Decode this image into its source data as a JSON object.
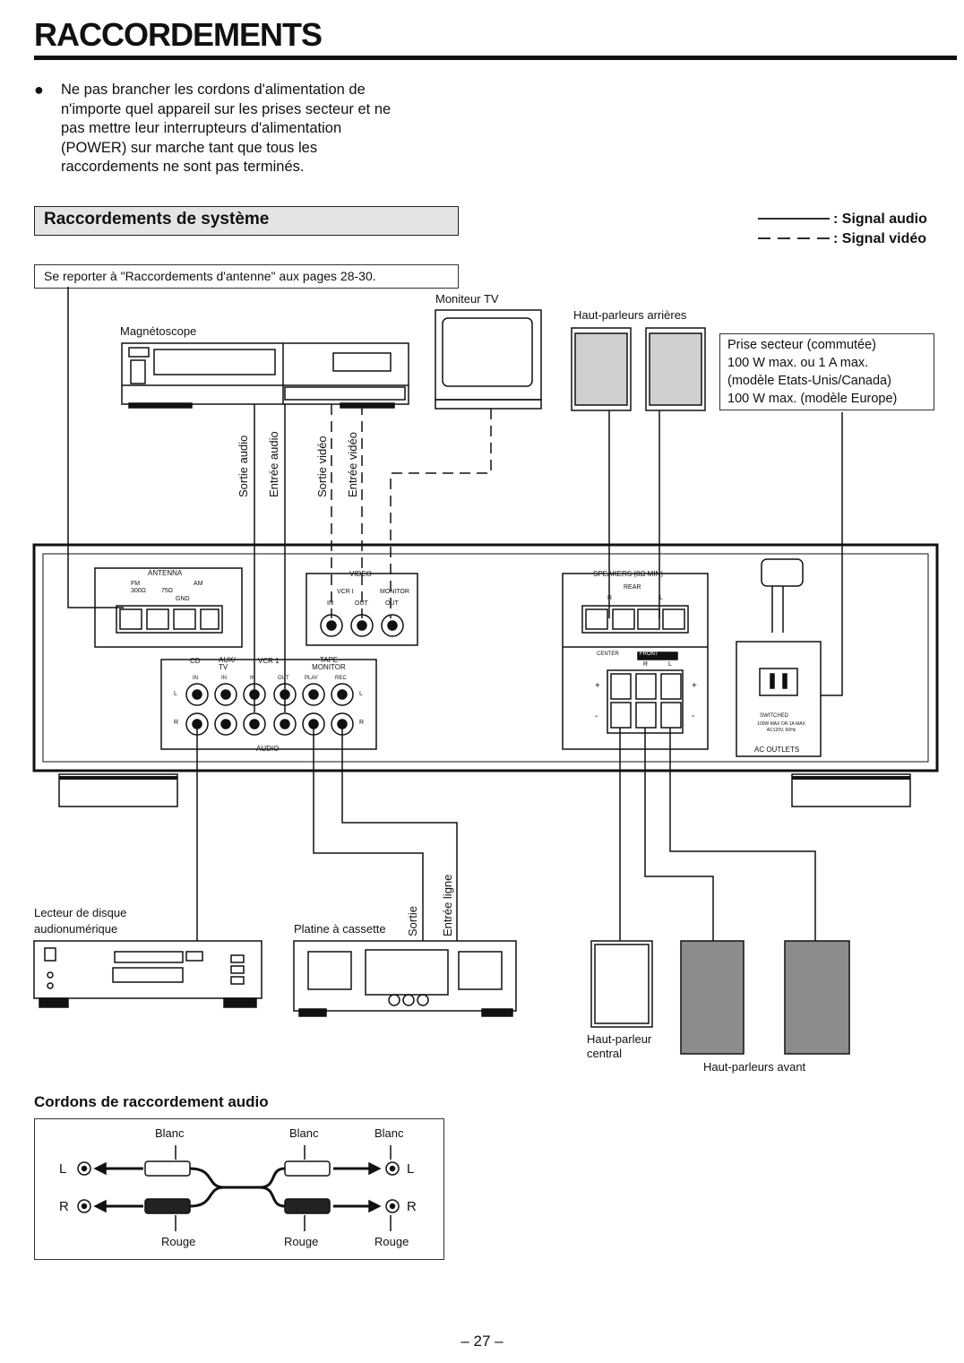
{
  "page": {
    "title": "RACCORDEMENTS",
    "intro_lines": [
      "Ne pas brancher les cordons d'alimentation de",
      "n'importe quel appareil sur les prises secteur et ne",
      "pas mettre leur interrupteurs d'alimentation",
      "(POWER) sur marche tant que tous les",
      "raccordements ne sont pas terminés."
    ],
    "section_title": "Raccordements de système",
    "legend": {
      "audio": ": Signal audio",
      "video": ": Signal vidéo"
    },
    "antenna_ref": "Se reporter à \"Raccordements d'antenne\" aux pages 28-30.",
    "page_number": "– 27 –"
  },
  "devices": {
    "vcr": "Magnétoscope",
    "tv": "Moniteur TV",
    "rear_speakers": "Haut-parleurs arrières",
    "outlet_lines": [
      "Prise secteur (commutée)",
      "100 W max. ou 1 A max.",
      "(modèle Etats-Unis/Canada)",
      "100 W max. (modèle Europe)"
    ],
    "cd_player_lines": [
      "Lecteur de disque",
      "audionumérique"
    ],
    "cassette": "Platine à cassette",
    "center_speaker_lines": [
      "Haut-parleur",
      "central"
    ],
    "front_speakers": "Haut-parleurs avant"
  },
  "cable_labels": {
    "audio_out": "Sortie audio",
    "audio_in": "Entrée audio",
    "video_out": "Sortie vidéo",
    "video_in": "Entrée vidéo",
    "tape_out": "Sortie",
    "line_in": "Entrée ligne"
  },
  "amp_panel": {
    "antenna": "ANTENNA",
    "fm": "FM",
    "fm_300": "300Ω",
    "fm_75": "75Ω",
    "am": "AM",
    "gnd": "GND",
    "video": "VIDEO",
    "vcr1": "VCR I",
    "monitor": "MONITOR",
    "in": "IN",
    "out": "OUT",
    "cd": "CD",
    "aux_tv": "AUX/ TV",
    "vcr1_audio": "VCR 1",
    "tape_monitor": "TAPE MONITOR",
    "play": "PLAY",
    "rec": "REC",
    "audio": "AUDIO",
    "speakers": "SPEAKERS (8Ω MIN)",
    "rear": "REAR",
    "center": "CENTER",
    "front": "FRONT",
    "r": "R",
    "l": "L",
    "plus": "+",
    "minus": "-",
    "switched": "SWITCHED",
    "outlet_spec": "100W MAX OR 1A MAX",
    "outlet_volt": "AC120V, 60Hz",
    "ac_outlets": "AC OUTLETS"
  },
  "cords": {
    "title": "Cordons de raccordement audio",
    "white": "Blanc",
    "red": "Rouge",
    "l": "L",
    "r": "R"
  },
  "colors": {
    "ink": "#111111",
    "panel_fill": "#ffffff",
    "section_fill": "#e4e4e4"
  }
}
